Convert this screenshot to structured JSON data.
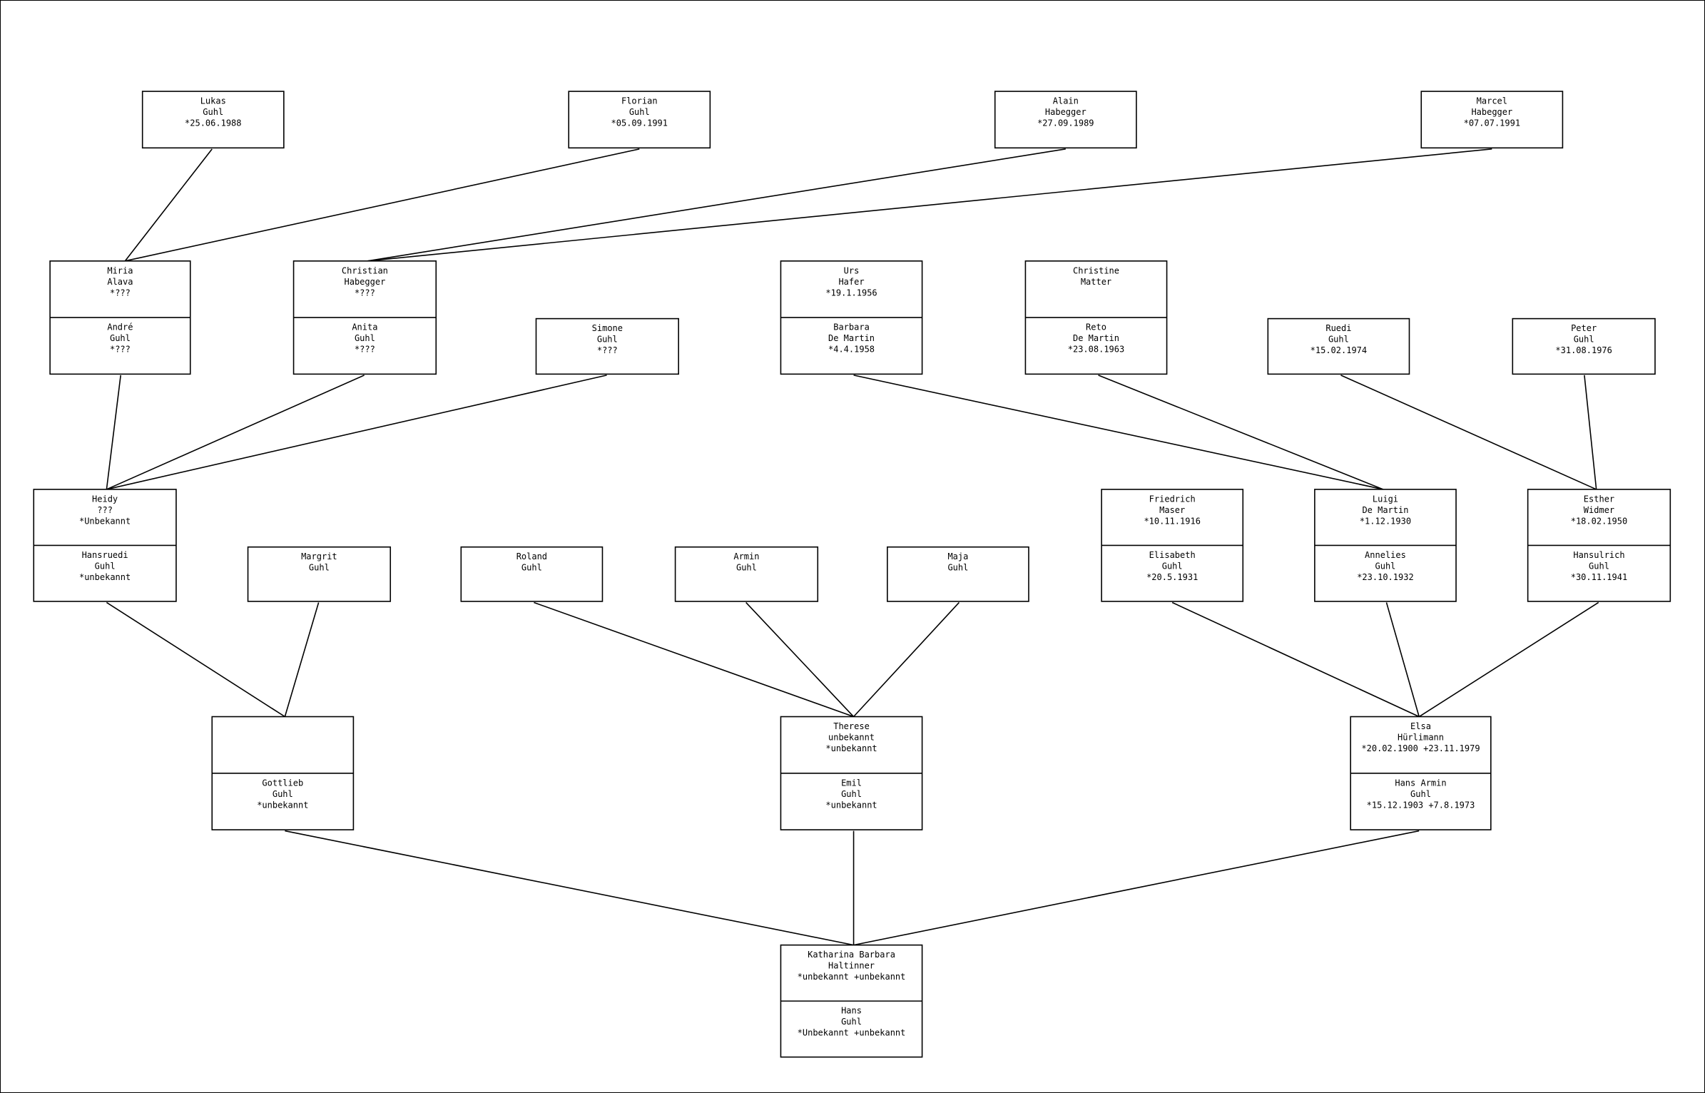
{
  "persons": {
    "lukas": [
      "Lukas",
      "Guhl",
      "*25.06.1988"
    ],
    "florian": [
      "Florian",
      "Guhl",
      "*05.09.1991"
    ],
    "alain": [
      "Alain",
      "Habegger",
      "*27.09.1989"
    ],
    "marcel": [
      "Marcel",
      "Habegger",
      "*07.07.1991"
    ],
    "miria": [
      "Miria",
      "Alava",
      "*???"
    ],
    "andre": [
      "André",
      "Guhl",
      "*???"
    ],
    "christian": [
      "Christian",
      "Habegger",
      "*???"
    ],
    "anita": [
      "Anita",
      "Guhl",
      "*???"
    ],
    "simone": [
      "Simone",
      "Guhl",
      "*???"
    ],
    "urs": [
      "Urs",
      "Hafer",
      "*19.1.1956"
    ],
    "barbara": [
      "Barbara",
      "De Martin",
      "*4.4.1958"
    ],
    "christine": [
      "Christine",
      "Matter"
    ],
    "reto": [
      "Reto",
      "De Martin",
      "*23.08.1963"
    ],
    "ruedi": [
      "Ruedi",
      "Guhl",
      "*15.02.1974"
    ],
    "peter": [
      "Peter",
      "Guhl",
      "*31.08.1976"
    ],
    "heidy": [
      "Heidy",
      "???",
      "*Unbekannt"
    ],
    "hansruedi": [
      "Hansruedi",
      "Guhl",
      "*unbekannt"
    ],
    "margrit": [
      "Margrit",
      "Guhl"
    ],
    "roland": [
      "Roland",
      "Guhl"
    ],
    "armin": [
      "Armin",
      "Guhl"
    ],
    "maja": [
      "Maja",
      "Guhl"
    ],
    "friedrich": [
      "Friedrich",
      "Maser",
      "*10.11.1916"
    ],
    "elisabeth": [
      "Elisabeth",
      "Guhl",
      "*20.5.1931"
    ],
    "luigi": [
      "Luigi",
      "De Martin",
      "*1.12.1930"
    ],
    "annelies": [
      "Annelies",
      "Guhl",
      "*23.10.1932"
    ],
    "esther": [
      "Esther",
      "Widmer",
      "*18.02.1950"
    ],
    "hansulrich": [
      "Hansulrich",
      "Guhl",
      "*30.11.1941"
    ],
    "gottlieb": [
      "Gottlieb",
      "Guhl",
      "*unbekannt"
    ],
    "therese": [
      "Therese",
      "unbekannt",
      "*unbekannt"
    ],
    "emil": [
      "Emil",
      "Guhl",
      "*unbekannt"
    ],
    "elsa": [
      "Elsa",
      "Hürlimann",
      "*20.02.1900 +23.11.1979"
    ],
    "hansarmin": [
      "Hans Armin",
      "Guhl",
      "*15.12.1903 +7.8.1973"
    ],
    "katharina": [
      "Katharina Barbara",
      "Haltinner",
      "*unbekannt +unbekannt"
    ],
    "hans": [
      "Hans",
      "Guhl",
      "*Unbekannt +unbekannt"
    ]
  }
}
